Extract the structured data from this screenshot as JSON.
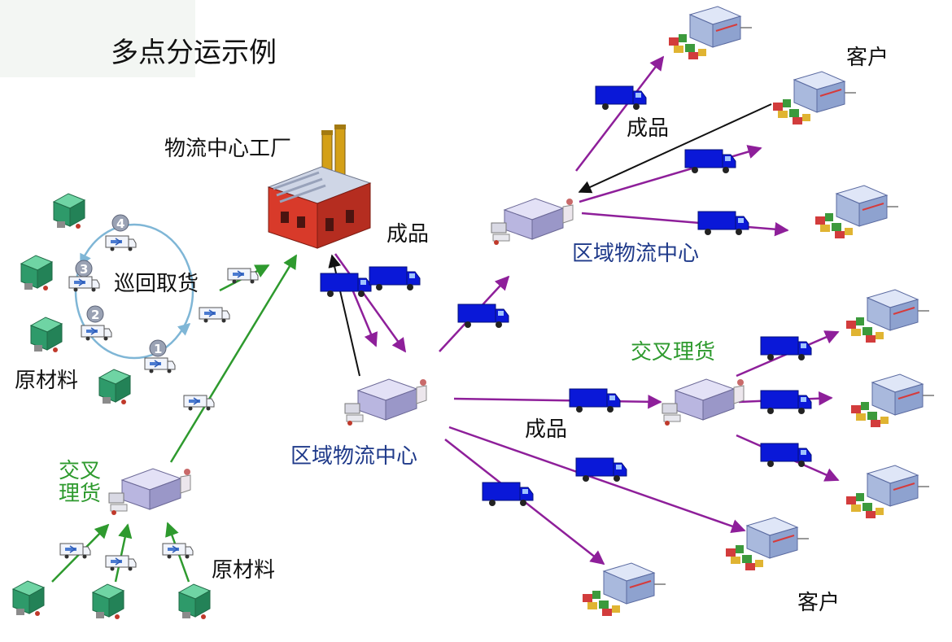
{
  "title": "多点分运示例",
  "labels": {
    "factory": "物流中心工厂",
    "finished_goods": "成品",
    "milk_run": "巡回取货",
    "raw_material": "原材料",
    "cross_dock": "交叉理货",
    "cross_dock_line1": "交叉",
    "cross_dock_line2": "理货",
    "regional_dc": "区域物流中心",
    "customer": "客户"
  },
  "milk_run_stops": [
    "1",
    "2",
    "3",
    "4"
  ],
  "colors": {
    "product_flow": "#8e1f9a",
    "material_flow": "#2e9a2e",
    "return_flow": "#111111",
    "truck_blue": "#0a18d8",
    "building_green": "#2e9a6a",
    "factory_red": "#d83a2a",
    "dc_lavender": "#b9b6e0",
    "customer_blue": "#a9b9dd"
  }
}
